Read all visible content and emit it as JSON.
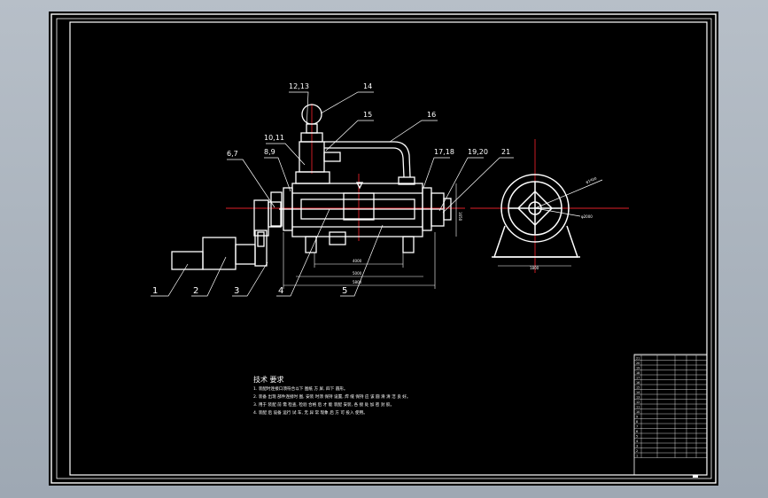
{
  "callouts": {
    "c1": "1",
    "c2": "2",
    "c3": "3",
    "c4": "4",
    "c5": "5",
    "c6_7": "6,7",
    "c8_9": "8,9",
    "c10_11": "10,11",
    "c12_13": "12,13",
    "c14": "14",
    "c15": "15",
    "c16": "16",
    "c17_18": "17,18",
    "c19_20": "19,20",
    "c21": "21"
  },
  "dimensions": {
    "d_inner": "4000",
    "d_mid": "5000",
    "d_outer": "5800",
    "d_height": "1650",
    "d_base": "1800",
    "d_dia1": "φ1400",
    "d_dia2": "φ2000"
  },
  "notes": {
    "title": "技术 要求",
    "lines": [
      "1. 装配时连接口须符合以下 图纸 方 屏, 四下 圆形。",
      "2. 装备 出现 部件连接时 图, 安装 时须 保持 设置, 焊 缝 保持 应 该 圆 滑 清 洁 良 好。",
      "3. 用于 装配 前 需 检查, 检验 合格 后 才 能 装配 安装, 各 接 处 加 密 封 胶。",
      "4. 装配 后 设备 运行 试 车, 无 异 常 现象 后 方 可 投入 使用。"
    ]
  },
  "title_block": {
    "rows": [
      "21",
      "20",
      "19",
      "18",
      "17",
      "16",
      "15",
      "14",
      "13",
      "12",
      "11",
      "10",
      "9",
      "8",
      "7",
      "6",
      "5",
      "4",
      "3",
      "2",
      "1"
    ]
  }
}
